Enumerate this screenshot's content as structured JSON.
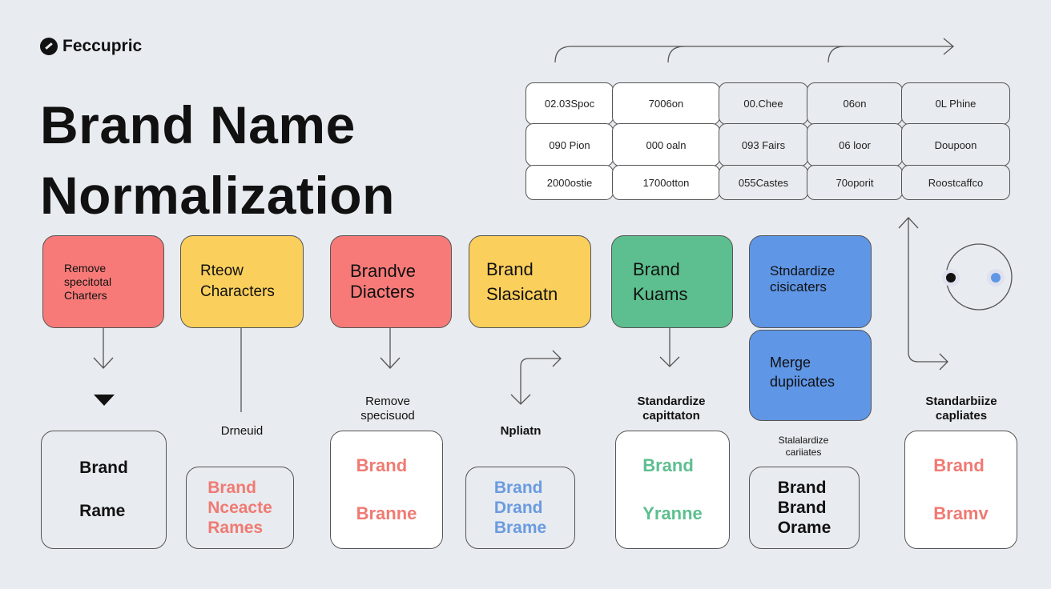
{
  "brand": "Feccupric",
  "title": [
    "Brand Name",
    "Normalization"
  ],
  "table": [
    [
      "02.03Spoc",
      "7006on",
      "00.Chee",
      "06on",
      "0L Phine"
    ],
    [
      "090 Pion",
      "000 oaln",
      "093 Fairs",
      "06 loor",
      "Doupoon"
    ],
    [
      "2000ostie",
      "1700otton",
      "055Castes",
      "70oporit",
      "Roostcaffco"
    ]
  ],
  "steps": [
    {
      "lines": [
        "Remove",
        "specitotal",
        "Charters"
      ]
    },
    {
      "lines": [
        "Rteow",
        "Characters"
      ]
    },
    {
      "lines": [
        "Brandve",
        "Diacters"
      ]
    },
    {
      "lines": [
        "Brand",
        "Slasicatn"
      ]
    },
    {
      "lines": [
        "Brand",
        "Kuams"
      ]
    },
    {
      "lines": [
        "Stndardize",
        "cisicaters"
      ]
    },
    {
      "lines": [
        "Merge",
        "dupiicates"
      ]
    }
  ],
  "labels": {
    "l2": "Drneuid",
    "l3": [
      "Remove",
      "specisuod"
    ],
    "l4": "Npliatn",
    "l5": [
      "Standardize",
      "capittaton"
    ],
    "l6": [
      "Stalalardize",
      "cariiates"
    ],
    "l7": [
      "Standarbiize",
      "capliates"
    ]
  },
  "results": [
    {
      "lines": [
        "Brand",
        "Rame"
      ],
      "color": "#111111"
    },
    {
      "lines": [
        "Brand",
        "Nceacte",
        "Rames"
      ],
      "color": "#f07a73"
    },
    {
      "lines": [
        "Brand",
        "Branne"
      ],
      "color": "#f07a73"
    },
    {
      "lines": [
        "Brand",
        "Drand",
        "Brame"
      ],
      "color": "#6a9be0"
    },
    {
      "lines": [
        "Brand",
        "Yranne"
      ],
      "color": "#5dbf8f"
    },
    {
      "lines": [
        "Brand",
        "Brand",
        "Orame"
      ],
      "color": "#111111"
    },
    {
      "lines": [
        "Brand",
        "Bramv"
      ],
      "color": "#f07a73"
    }
  ]
}
